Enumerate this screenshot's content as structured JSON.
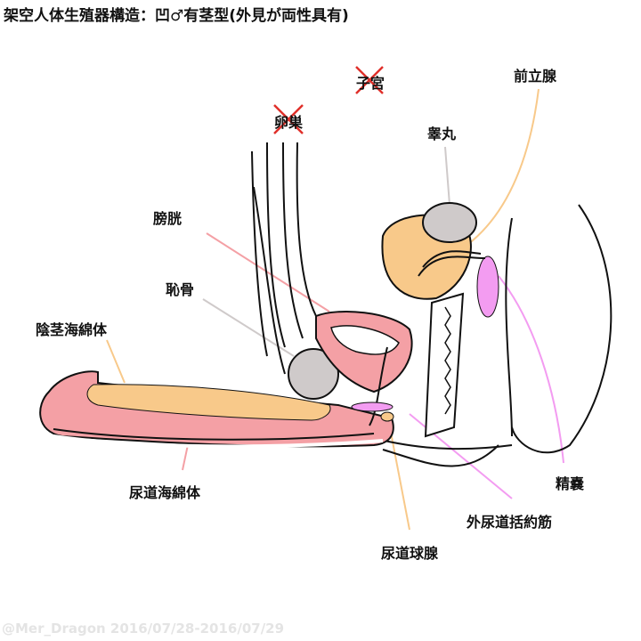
{
  "title": "架空人体生殖器構造：凹♂有茎型(外見が両性具有)",
  "labels": {
    "uterus": "子宮",
    "ovary": "卵巣",
    "prostate": "前立腺",
    "testis": "睾丸",
    "bladder": "膀胱",
    "pubic_bone": "恥骨",
    "corpus_cavernosum": "陰茎海綿体",
    "corpus_spongiosum": "尿道海綿体",
    "seminal_vesicle": "精嚢",
    "external_urethral_sphincter": "外尿道括約筋",
    "bulbourethral_gland": "尿道球腺"
  },
  "watermark": "@Mer_Dragon 2016/07/28-2016/07/29",
  "colors": {
    "cavernosum": "#f8c98a",
    "spongiosum": "#f4a0a5",
    "prostate": "#f8c98a",
    "testis": "#cfcaca",
    "vesicle": "#f39cf1",
    "cross": "#e0302a"
  }
}
